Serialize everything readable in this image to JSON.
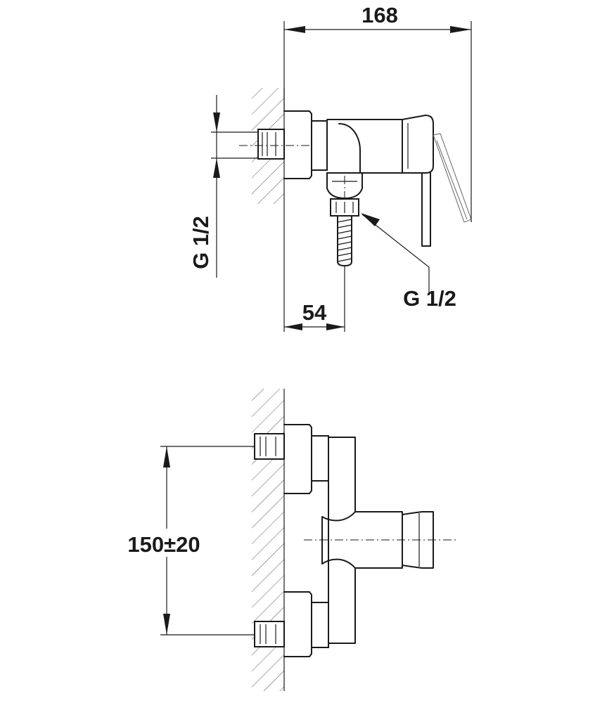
{
  "diagram": {
    "labels": {
      "width_overall": "168",
      "inlet_thread_left": "G 1/2",
      "outlet_thread": "G 1/2",
      "outlet_offset": "54",
      "inlet_spacing": "150±20"
    },
    "colors": {
      "line": "#1a1a1a",
      "background": "#ffffff"
    }
  }
}
